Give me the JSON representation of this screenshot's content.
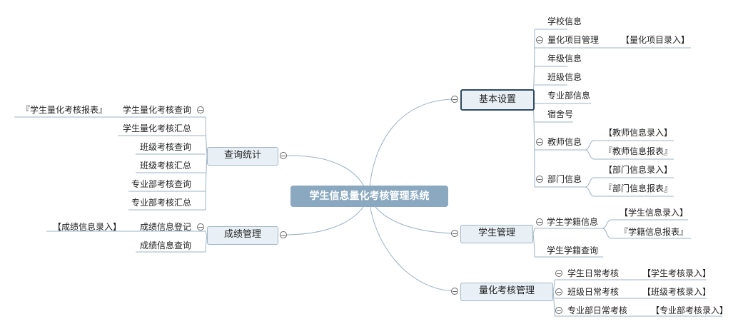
{
  "root": {
    "label": "学生信息量化考核管理系统"
  },
  "right": [
    {
      "label": "基本设置",
      "children": [
        {
          "label": "学校信息"
        },
        {
          "label": "量化项目管理",
          "children": [
            "【量化项目录入】"
          ]
        },
        {
          "label": "年级信息"
        },
        {
          "label": "班级信息"
        },
        {
          "label": "专业部信息"
        },
        {
          "label": "宿舍号"
        },
        {
          "label": "教师信息",
          "children": [
            "【教师信息录入】",
            "『教师信息报表』"
          ]
        },
        {
          "label": "部门信息",
          "children": [
            "【部门信息录入】",
            "『部门信息报表』"
          ]
        }
      ]
    },
    {
      "label": "学生管理",
      "children": [
        {
          "label": "学生学籍信息",
          "children": [
            "【学生信息录入】",
            "『学籍信息报表』"
          ]
        },
        {
          "label": "学生学籍查询"
        }
      ]
    },
    {
      "label": "量化考核管理",
      "children": [
        {
          "label": "学生日常考核",
          "children": [
            "【学生考核录入】"
          ]
        },
        {
          "label": "班级日常考核",
          "children": [
            "【班级考核录入】"
          ]
        },
        {
          "label": "专业部日常考核",
          "children": [
            "【专业部考核录入】"
          ]
        }
      ]
    }
  ],
  "left": [
    {
      "label": "查询统计",
      "children": [
        {
          "label": "学生量化考核查询",
          "children": [
            "『学生量化考核报表』"
          ]
        },
        {
          "label": "学生量化考核汇总"
        },
        {
          "label": "班级考核查询"
        },
        {
          "label": "班级考核汇总"
        },
        {
          "label": "专业部考核查询"
        },
        {
          "label": "专业部考核汇总"
        }
      ]
    },
    {
      "label": "成绩管理",
      "children": [
        {
          "label": "成绩信息登记",
          "children": [
            "【成绩信息录入】"
          ]
        },
        {
          "label": "成绩信息查询"
        }
      ]
    }
  ]
}
